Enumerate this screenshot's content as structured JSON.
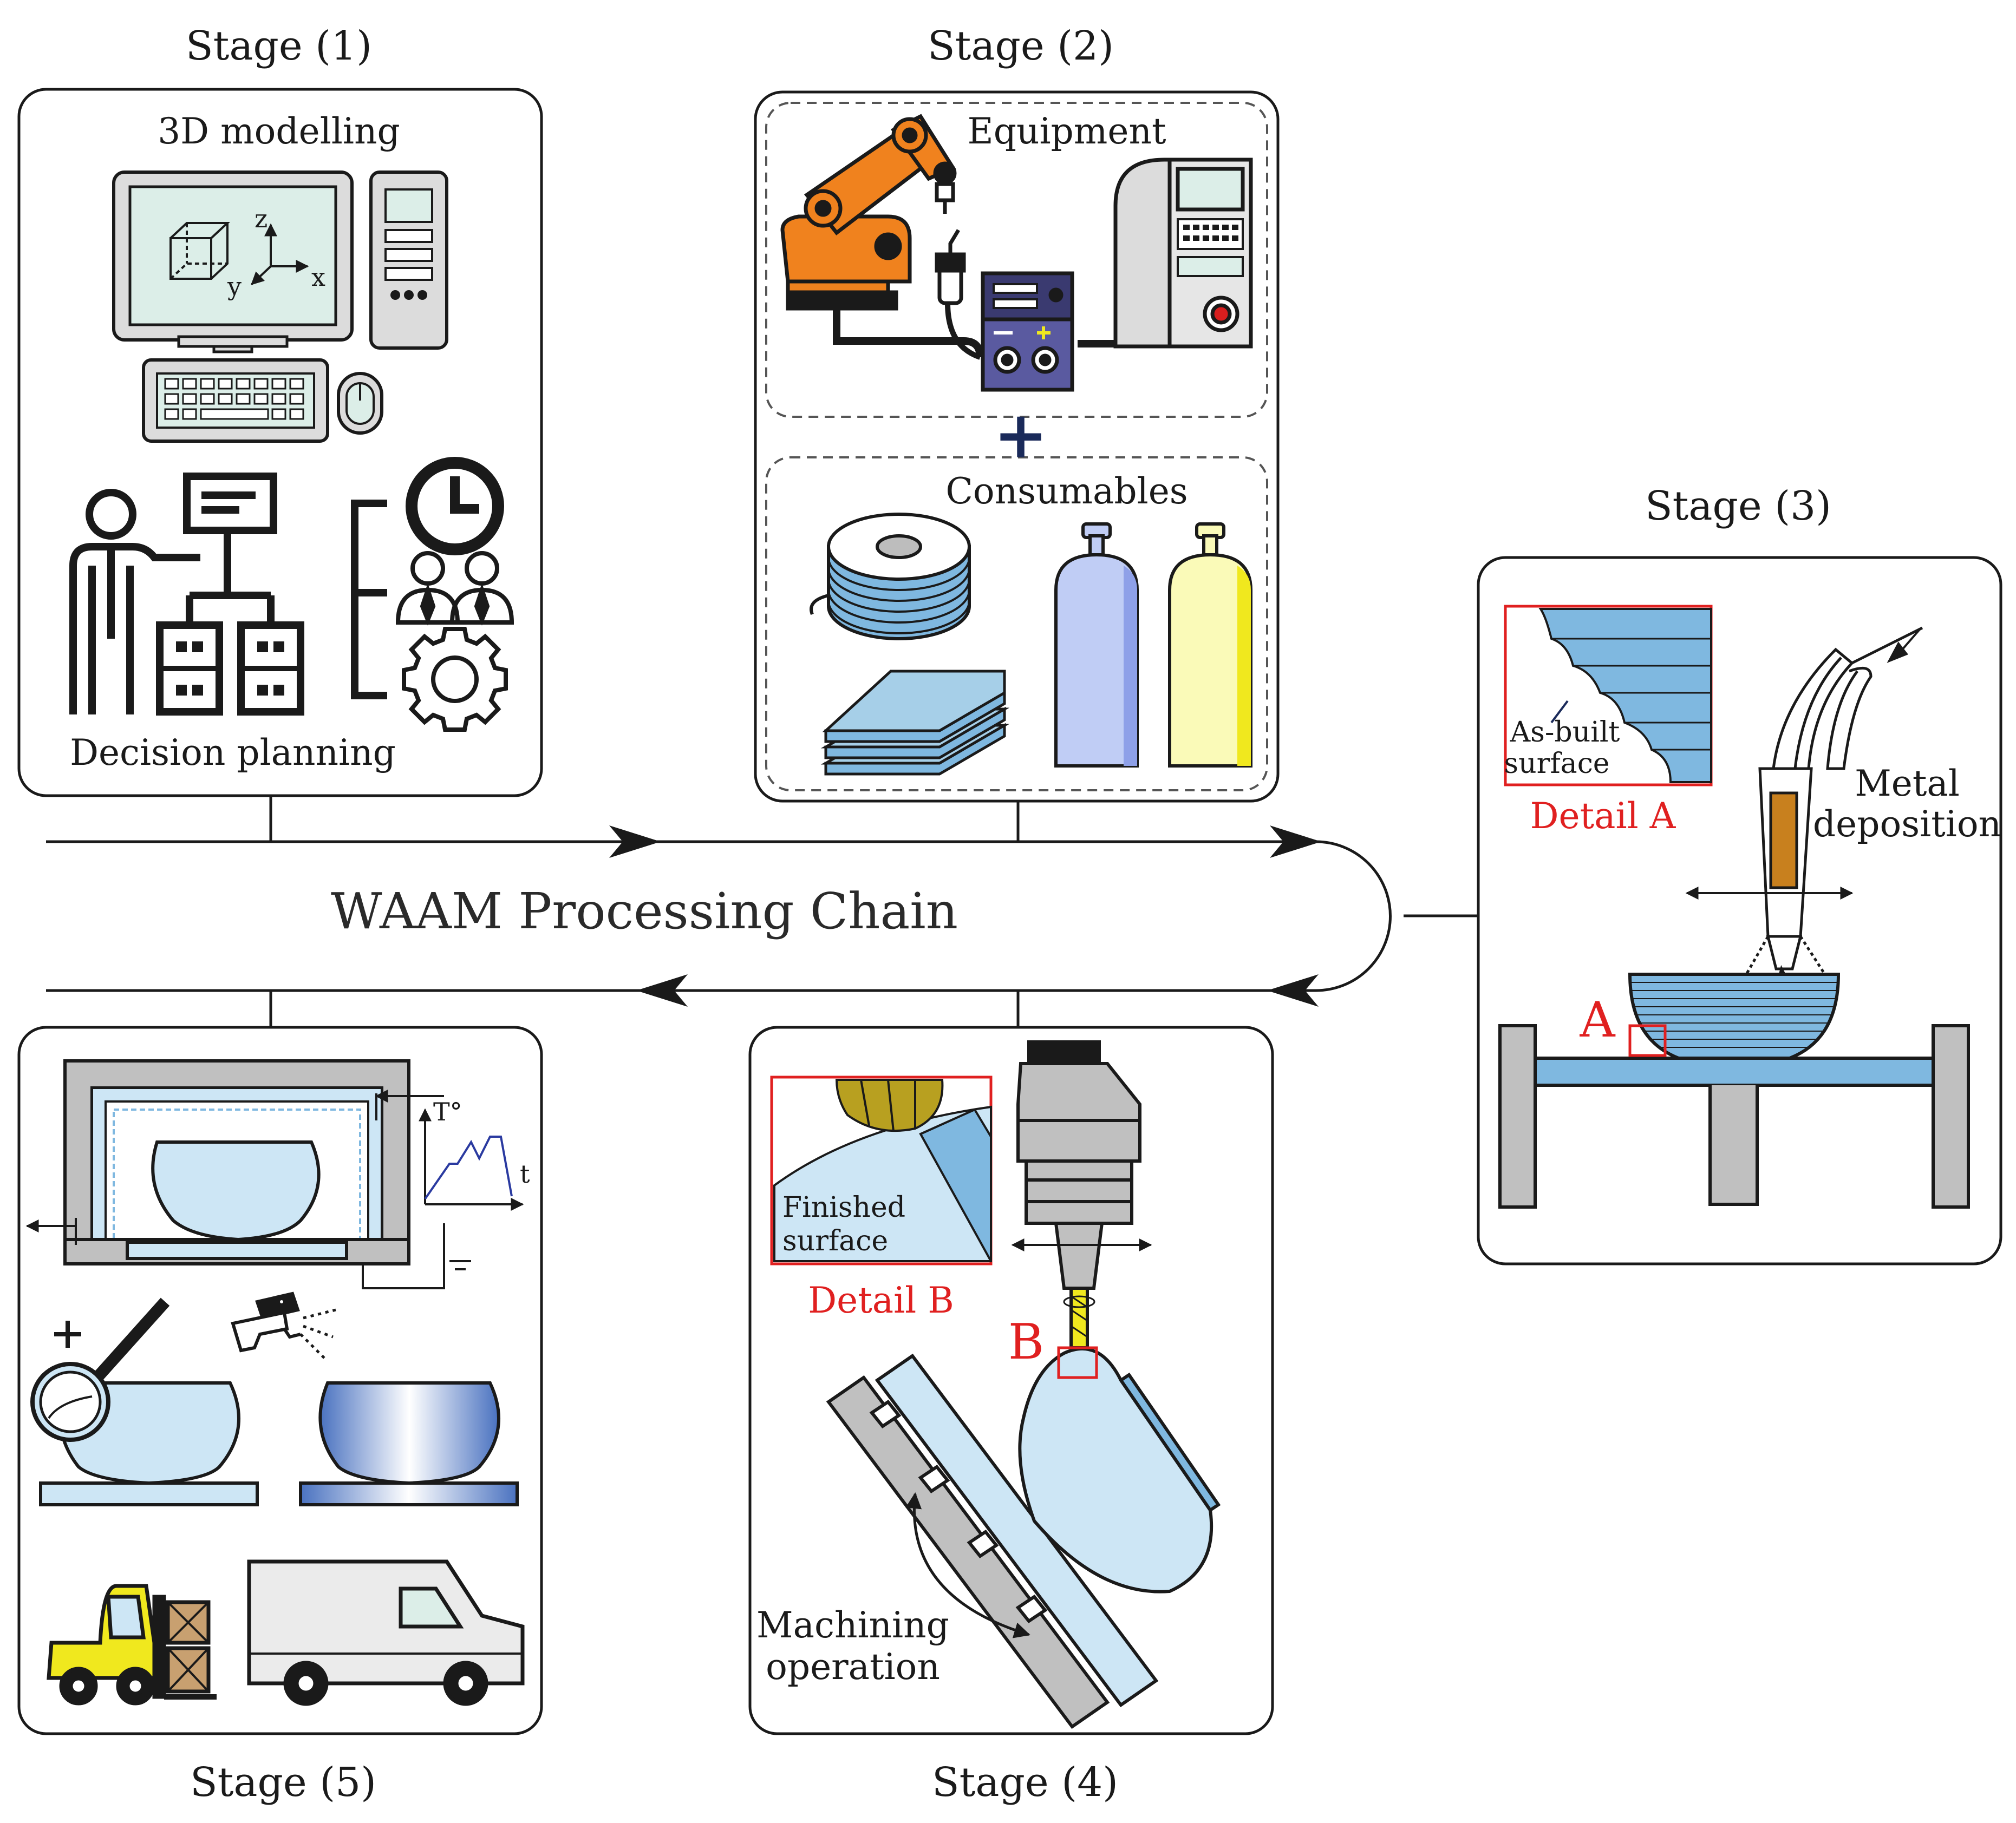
{
  "stages": {
    "s1": {
      "title": "Stage (1)",
      "top_label": "3D modelling",
      "bottom_label": "Decision planning",
      "axes": {
        "x": "x",
        "y": "y",
        "z": "z"
      }
    },
    "s2": {
      "title": "Stage (2)",
      "equipment_label": "Equipment",
      "plus": "+",
      "consumables_label": "Consumables"
    },
    "s3": {
      "title": "Stage (3)",
      "detail_caption": "Detail A",
      "detail_text_1": "As-built",
      "detail_text_2": "surface",
      "marker": "A",
      "side_label_1": "Metal",
      "side_label_2": "deposition"
    },
    "s4": {
      "title": "Stage (4)",
      "detail_caption": "Detail B",
      "detail_text_1": "Finished",
      "detail_text_2": "surface",
      "marker": "B",
      "side_label_1": "Machining",
      "side_label_2": "operation"
    },
    "s5": {
      "title": "Stage (5)",
      "graph_y": "T°",
      "graph_x": "t"
    }
  },
  "chain_label": "WAAM Processing Chain",
  "colors": {
    "line": "#1a1a1a",
    "detail_red": "#e02020",
    "robot_orange": "#f0821e",
    "power_source": "#5a5aa0",
    "layer_blue": "#7fb8e0",
    "part_blue": "#cde6f5",
    "bottle_blue": "#c0cdf5",
    "bottle_yellow": "#fafab8",
    "screen_green": "#dceee8",
    "forklift_yellow": "#f0e81e"
  },
  "icons": [
    "computer-monitor-icon",
    "pc-tower-icon",
    "keyboard-icon",
    "mouse-icon",
    "presenter-icon",
    "org-chart-icon",
    "clock-icon",
    "people-icon",
    "gear-icon",
    "robot-arm-icon",
    "welding-power-source-icon",
    "cnc-controller-icon",
    "wire-spool-icon",
    "metal-plates-icon",
    "gas-bottle-icon",
    "welding-torch-icon",
    "deposition-table-icon",
    "spindle-icon",
    "furnace-icon",
    "magnifier-icon",
    "spray-gun-icon",
    "forklift-icon",
    "van-icon"
  ]
}
